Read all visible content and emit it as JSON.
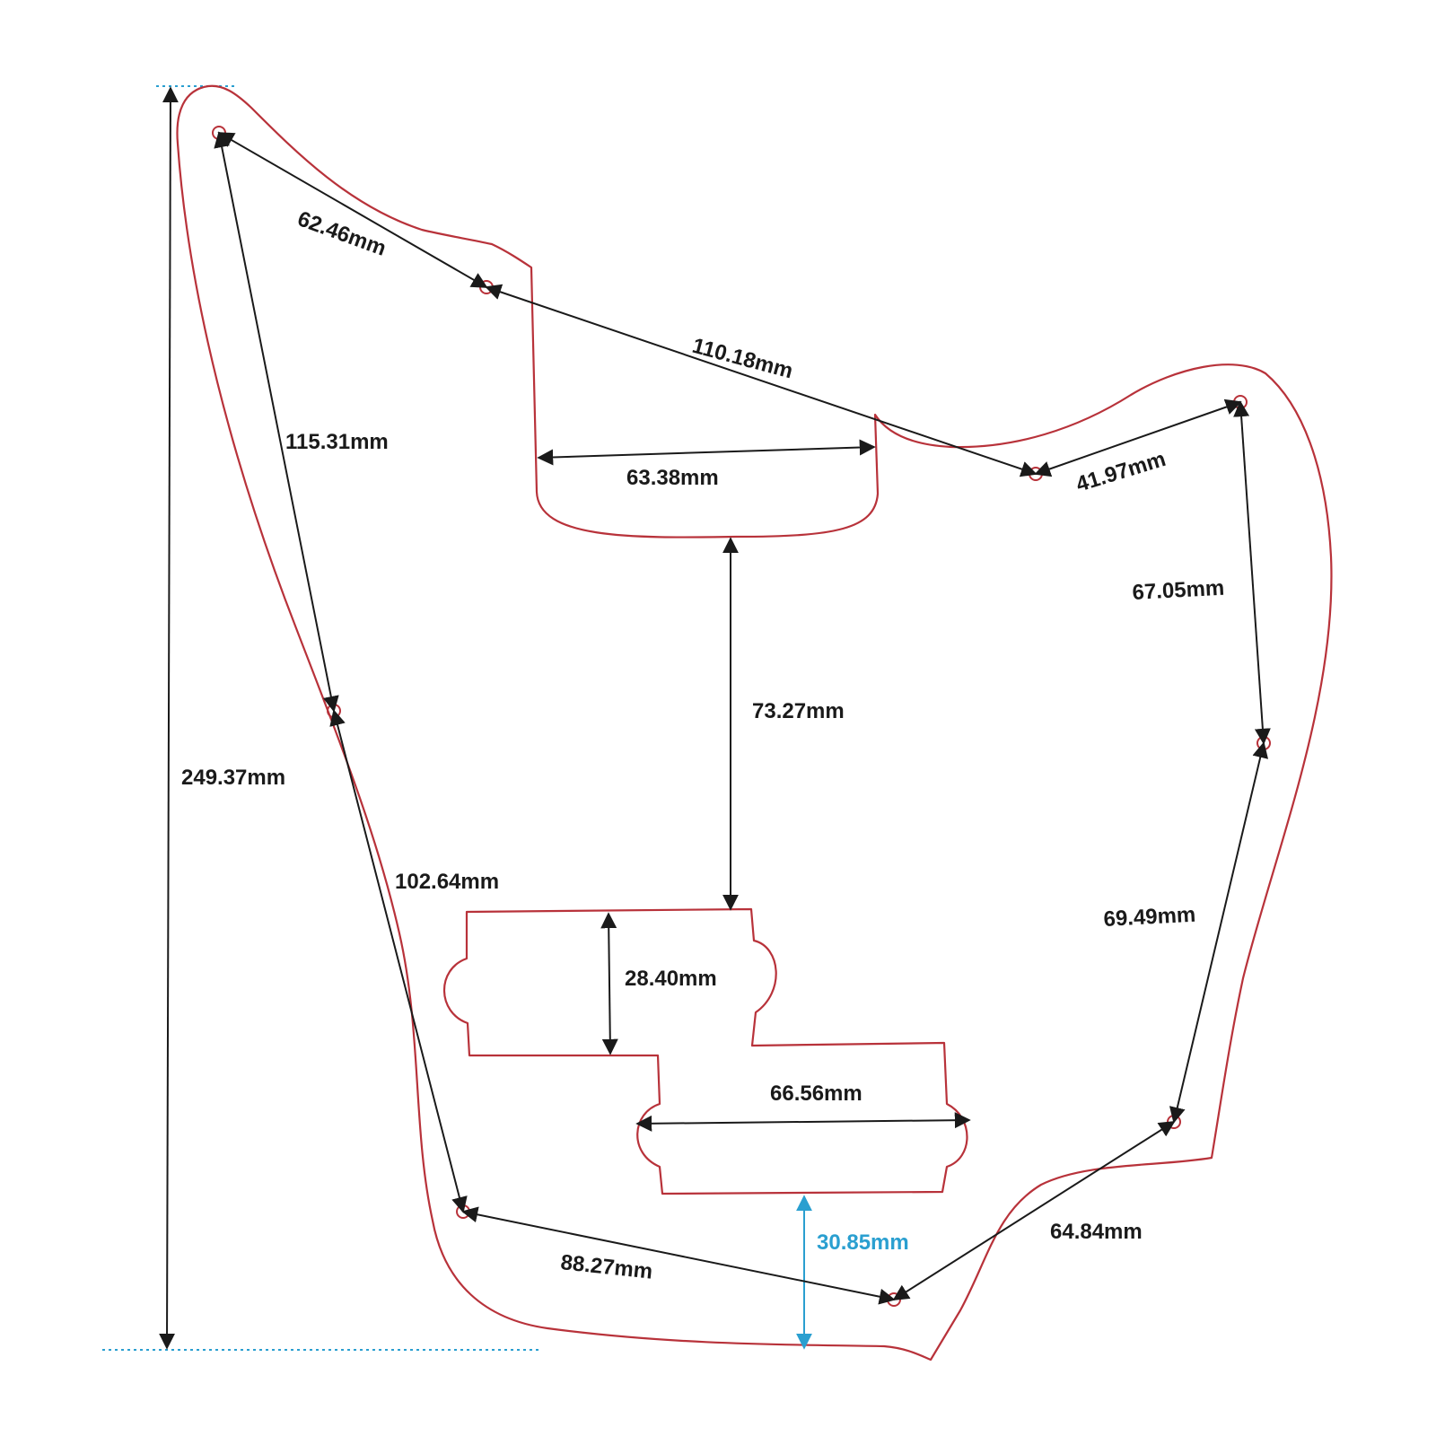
{
  "colors": {
    "outline": "#b8323a",
    "dimension": "#1a1a1a",
    "highlight": "#2a9fd0",
    "guide": "#2a9fd0"
  },
  "dimensions": {
    "d_62_46": "62.46mm",
    "d_110_18": "110.18mm",
    "d_41_97": "41.97mm",
    "d_115_31": "115.31mm",
    "d_63_38": "63.38mm",
    "d_67_05": "67.05mm",
    "d_73_27": "73.27mm",
    "d_249_37": "249.37mm",
    "d_102_64": "102.64mm",
    "d_69_49": "69.49mm",
    "d_28_40": "28.40mm",
    "d_66_56": "66.56mm",
    "d_30_85": "30.85mm",
    "d_64_84": "64.84mm",
    "d_88_27": "88.27mm"
  }
}
